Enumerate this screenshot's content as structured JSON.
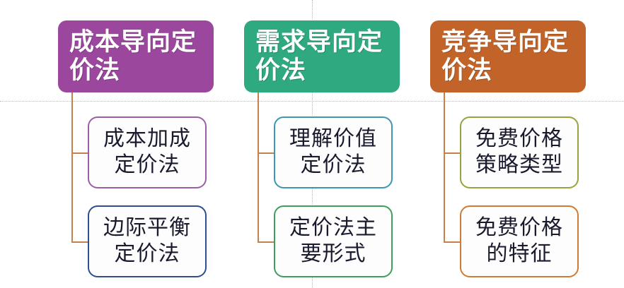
{
  "diagram": {
    "type": "mind-map",
    "background_color": "#ffffff",
    "connector_color": "#c8804a",
    "guide_color": "#b9b9b9",
    "columns": [
      {
        "id": "cost-oriented",
        "root": {
          "lines": [
            "成本导向定",
            "价法"
          ],
          "fill_color": "#9B479E",
          "text_color": "#ffffff"
        },
        "children": [
          {
            "id": "cost-plus",
            "lines": [
              "成本加成",
              "定价法"
            ],
            "border_color": "#9B5FA8",
            "fill_color": "#fdfdfd",
            "text_color": "#1a1a2e"
          },
          {
            "id": "marginal-balance",
            "lines": [
              "边际平衡",
              "定价法"
            ],
            "border_color": "#2E4E8F",
            "fill_color": "#fdfdfd",
            "text_color": "#1a1a2e"
          }
        ]
      },
      {
        "id": "demand-oriented",
        "root": {
          "lines": [
            "需求导向定",
            "价法"
          ],
          "fill_color": "#2FA97F",
          "text_color": "#ffffff"
        },
        "children": [
          {
            "id": "perceived-value",
            "lines": [
              "理解价值",
              "定价法"
            ],
            "border_color": "#3E95B5",
            "fill_color": "#fdfdfd",
            "text_color": "#1a1a2e"
          },
          {
            "id": "pricing-forms",
            "lines": [
              "定价法主",
              "要形式"
            ],
            "border_color": "#3D9E5E",
            "fill_color": "#fdfdfd",
            "text_color": "#1a1a2e"
          }
        ]
      },
      {
        "id": "competition-oriented",
        "root": {
          "lines": [
            "竞争导向定",
            "价法"
          ],
          "fill_color": "#C2632A",
          "text_color": "#ffffff"
        },
        "children": [
          {
            "id": "free-price-strategy-types",
            "lines": [
              "免费价格",
              "策略类型"
            ],
            "border_color": "#99A23C",
            "fill_color": "#fdfdfd",
            "text_color": "#1a1a2e"
          },
          {
            "id": "free-price-features",
            "lines": [
              "免费价格",
              "的特征"
            ],
            "border_color": "#D07B35",
            "fill_color": "#fdfdfd",
            "text_color": "#1a1a2e"
          }
        ]
      }
    ]
  }
}
